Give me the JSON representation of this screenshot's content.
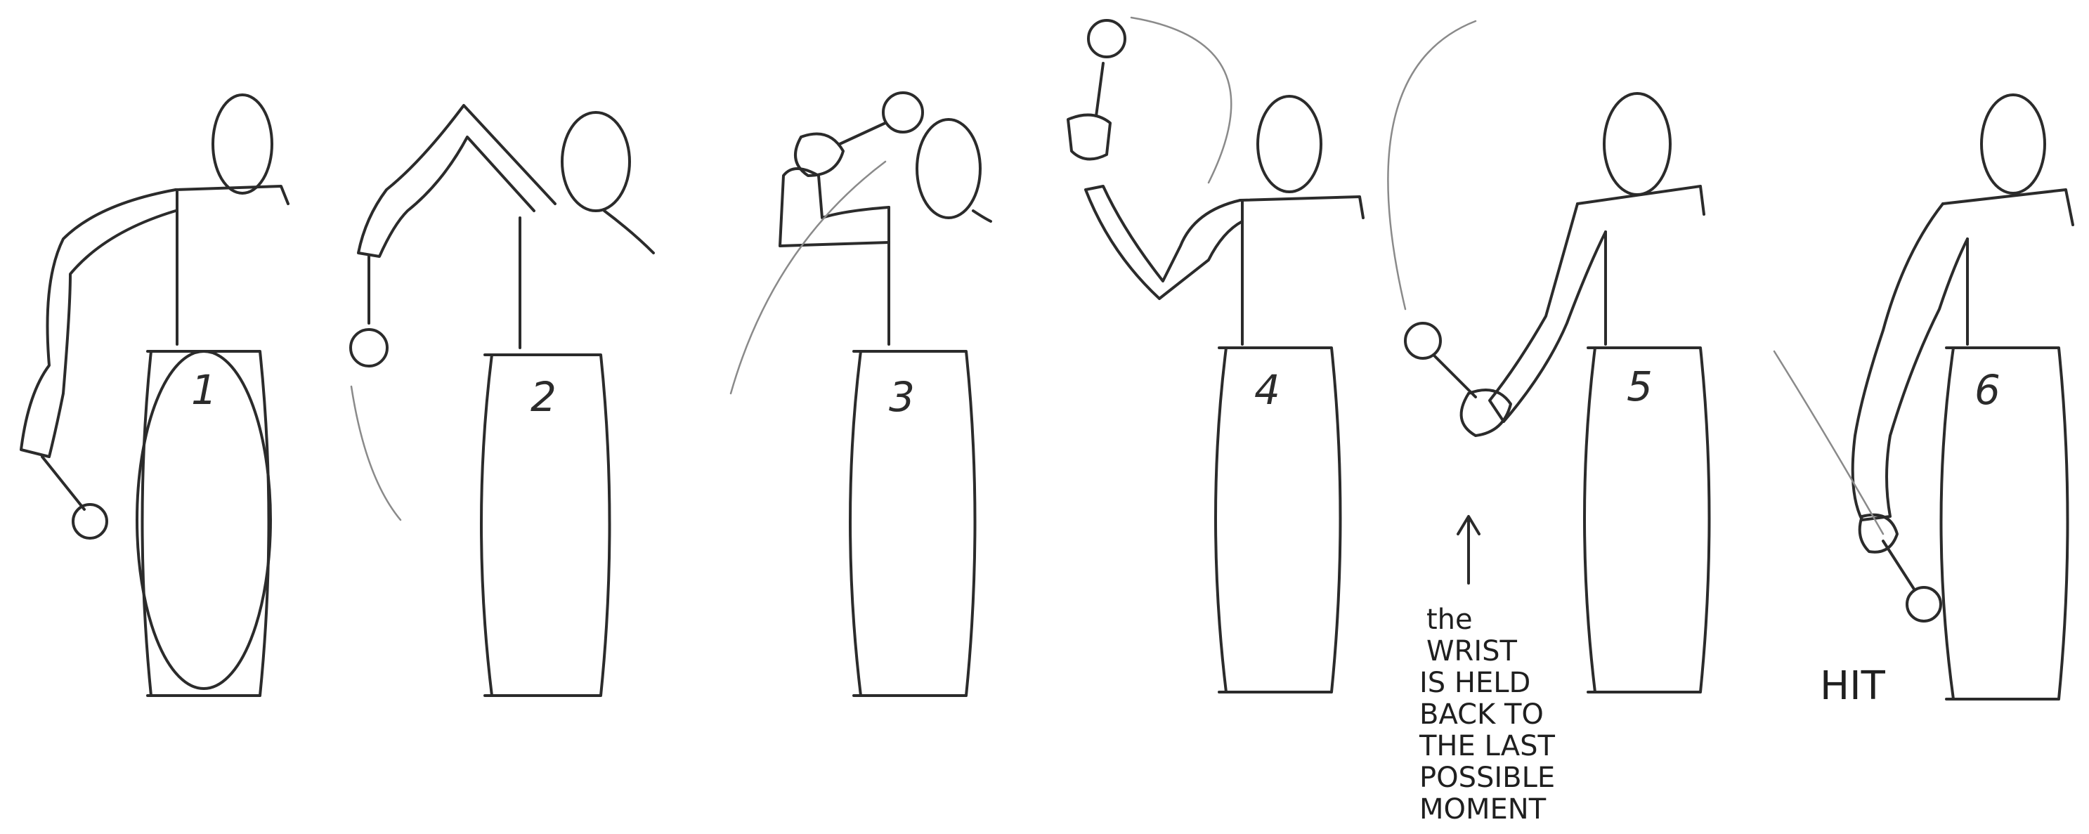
{
  "frames": [
    {
      "number": "1"
    },
    {
      "number": "2"
    },
    {
      "number": "3"
    },
    {
      "number": "4"
    },
    {
      "number": "5"
    },
    {
      "number": "6"
    }
  ],
  "annotation_lines": [
    "the",
    "WRIST",
    "IS HELD",
    "BACK TO",
    "THE LAST",
    "POSSIBLE",
    "MOMENT"
  ],
  "hit_label": "HIT",
  "colors": {
    "ink": "#2b2b2b",
    "faint": "#8a8a8a",
    "paper": "#ffffff"
  }
}
